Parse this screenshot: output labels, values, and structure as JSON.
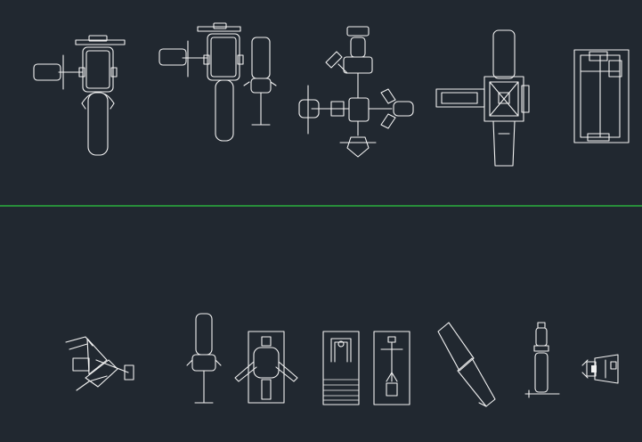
{
  "viewport": {
    "background_color": "#212830",
    "line_color": "#f2f2f2",
    "divider_color": "#2ecc40"
  },
  "drawing": {
    "type": "cad-plan-view",
    "rows": [
      {
        "name": "top-row",
        "block_count": 6
      },
      {
        "name": "bottom-row",
        "block_count": 9
      }
    ]
  }
}
